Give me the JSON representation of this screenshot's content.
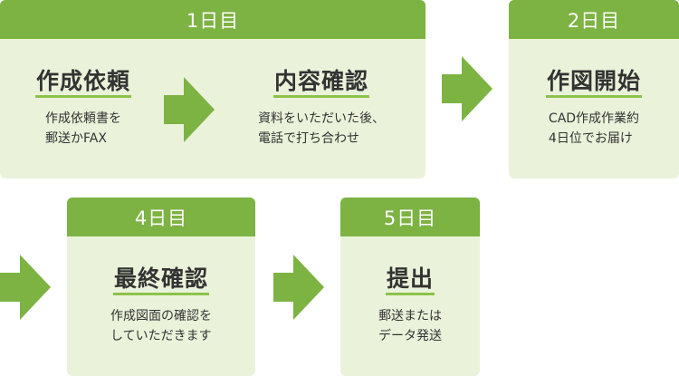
{
  "day1": {
    "header": "1日目",
    "steps": [
      {
        "title": "作成依頼",
        "desc": [
          "作成依頼書を",
          "郵送かFAX"
        ]
      },
      {
        "title": "内容確認",
        "desc": [
          "資料をいただいた後、",
          "電話で打ち合わせ"
        ]
      }
    ]
  },
  "day2": {
    "header": "2日目",
    "step": {
      "title": "作図開始",
      "desc": [
        "CAD作成作業約",
        "4日位でお届け"
      ]
    }
  },
  "day4": {
    "header": "4日目",
    "step": {
      "title": "最終確認",
      "desc": [
        "作成図面の確認を",
        "していただきます"
      ]
    }
  },
  "day5": {
    "header": "5日目",
    "step": {
      "title": "提出",
      "desc": [
        "郵送または",
        "データ発送"
      ]
    }
  },
  "colors": {
    "accent": "#7cb342",
    "card_bg": "#eaf3da",
    "arrow": "#7cb342"
  },
  "icons": {
    "arrow": "right-arrow-icon"
  }
}
